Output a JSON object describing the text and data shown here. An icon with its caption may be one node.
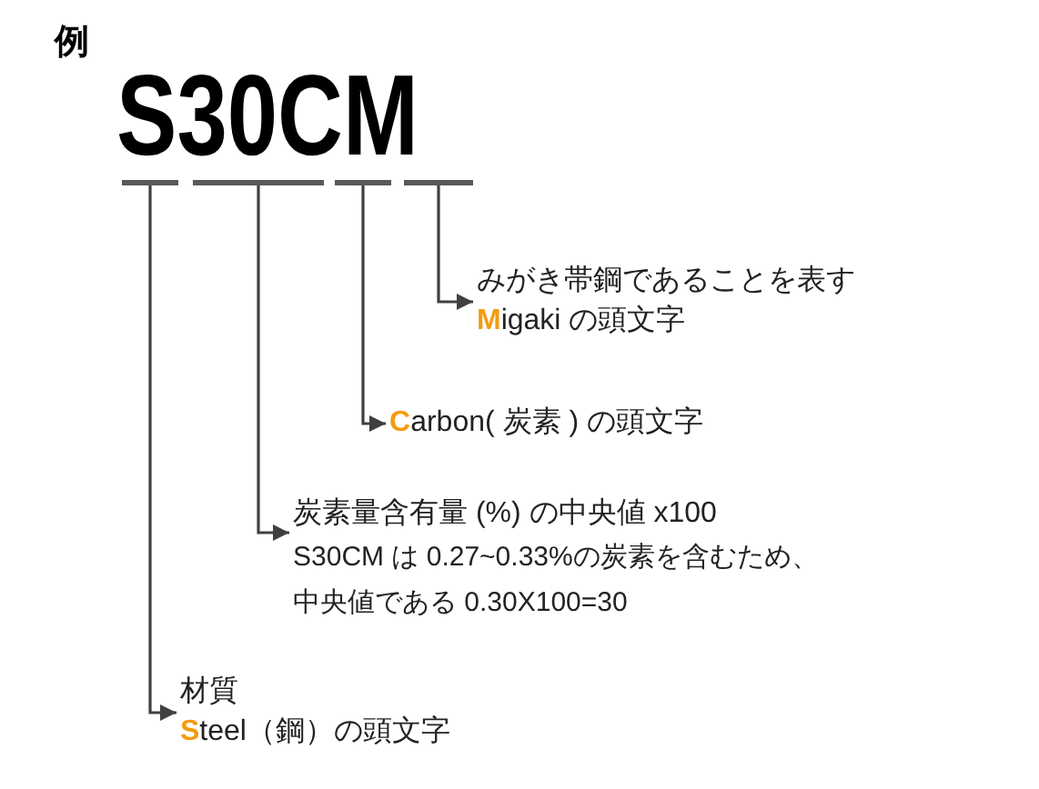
{
  "diagram": {
    "title": "例",
    "nodes": [
      {
        "text": [],
        "shape": "bar"
      },
      {
        "text": [],
        "shape": "bar"
      },
      {
        "text": [],
        "shape": "bar"
      },
      {
        "text": [],
        "shape": "bar"
      },
      {
        "text": [
          "みがき帯鋼であることを表す",
          "Migaki の頭文字"
        ]
      },
      {
        "text": [
          "Carbon( 炭素 ) の頭文字"
        ]
      },
      {
        "text": [
          "炭素量含有量 (%) の中央値 x100",
          "S30CM は 0.27~0.33%の炭素を含むため、",
          "中央値である 0.30X100=30"
        ]
      },
      {
        "text": [
          "材質",
          "Steel（鋼）の頭文字"
        ]
      }
    ],
    "edges": [
      {
        "from": 3,
        "to": 4,
        "arrow": "to"
      },
      {
        "from": 2,
        "to": 5,
        "arrow": "to"
      },
      {
        "from": 1,
        "to": 6,
        "arrow": "to"
      },
      {
        "from": 0,
        "to": 7,
        "arrow": "to"
      }
    ],
    "labels": [
      "S30CM"
    ]
  }
}
